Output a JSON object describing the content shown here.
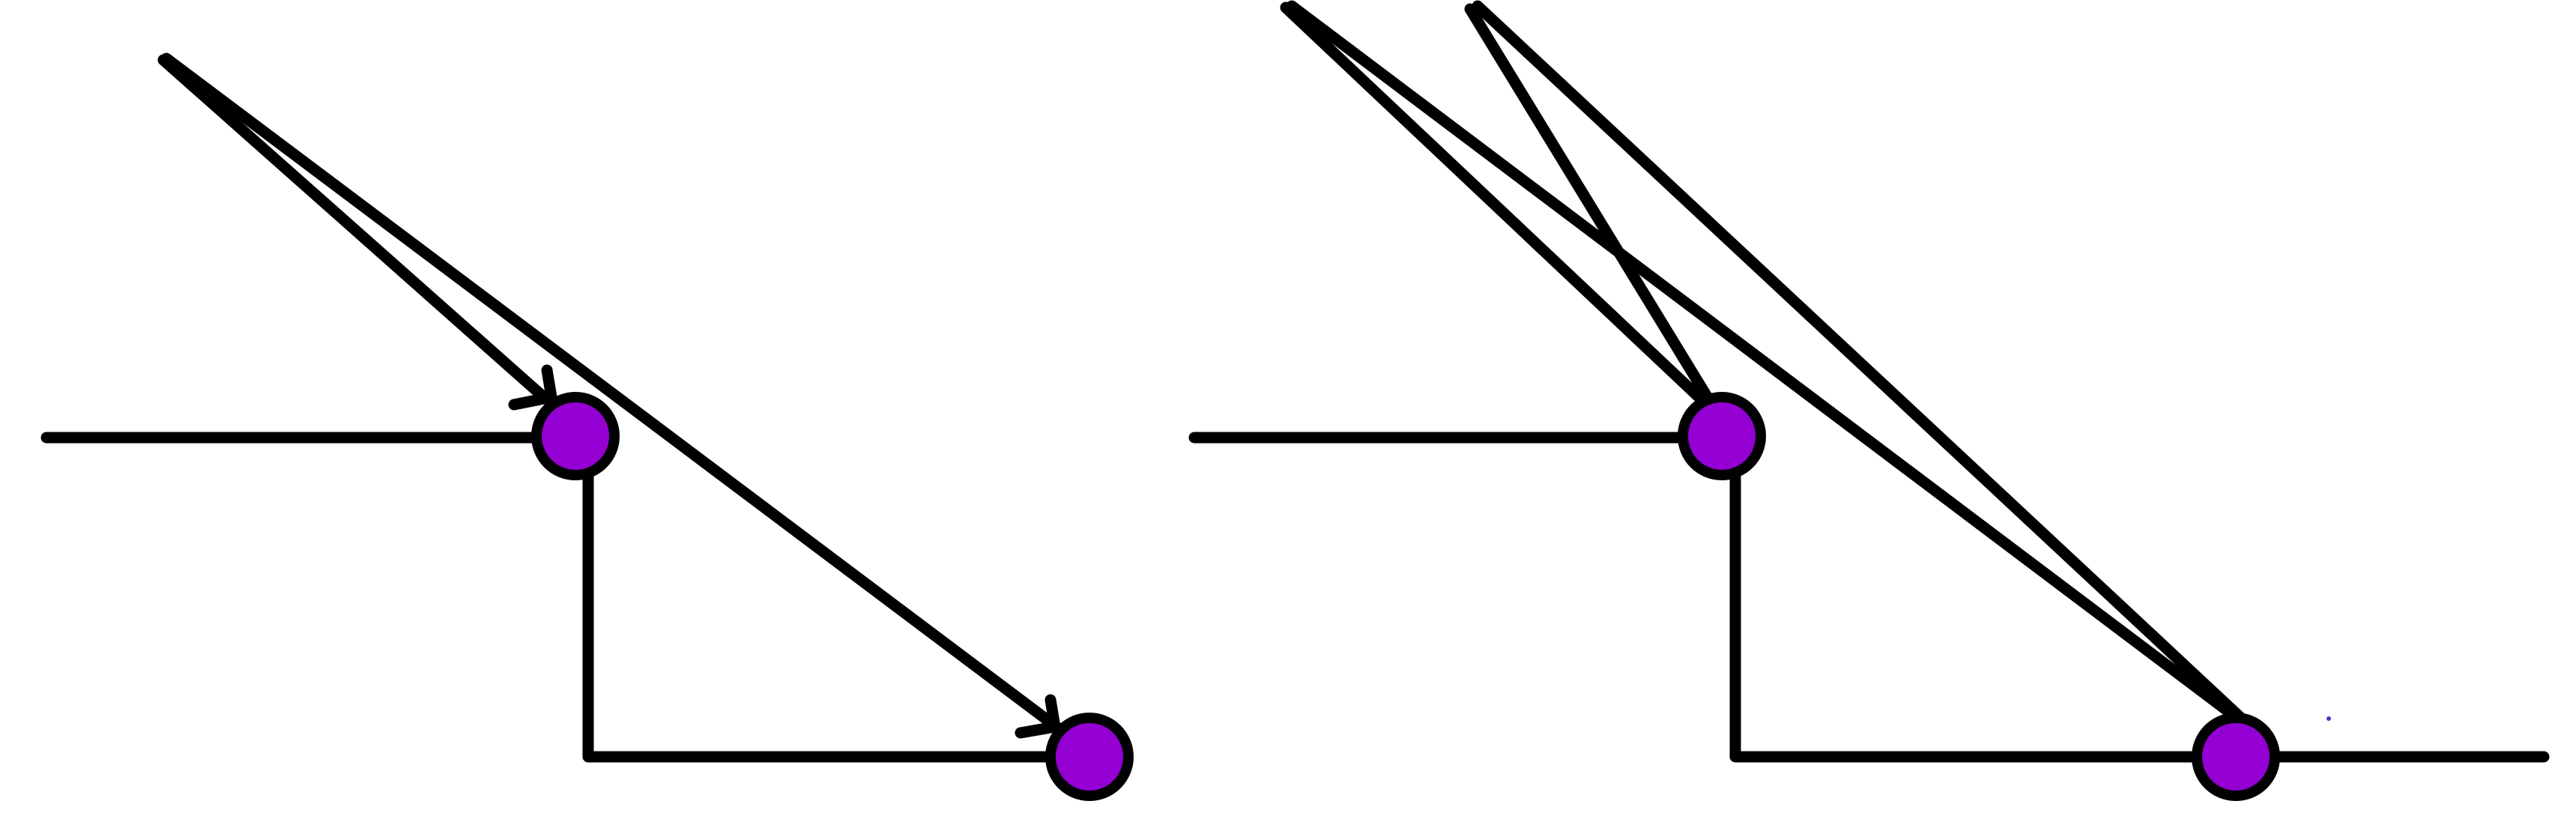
{
  "diagram": {
    "background": "#ffffff",
    "stroke_color": "#000000",
    "node_fill": "#9400d3",
    "node_stroke": "#000000",
    "speck_color": "#5533cc",
    "panels": [
      {
        "name": "left-panel",
        "nodes": [
          "node-a",
          "node-b"
        ],
        "edges": [
          "input-lead",
          "elbow-connector",
          "diagonal-arrow-1",
          "diagonal-arrow-2"
        ]
      },
      {
        "name": "right-panel",
        "nodes": [
          "node-a",
          "node-b"
        ],
        "edges": [
          "input-lead",
          "output-lead",
          "elbow-connector",
          "diagonal-line-1",
          "diagonal-line-2",
          "diagonal-line-3",
          "diagonal-line-4"
        ]
      }
    ]
  }
}
